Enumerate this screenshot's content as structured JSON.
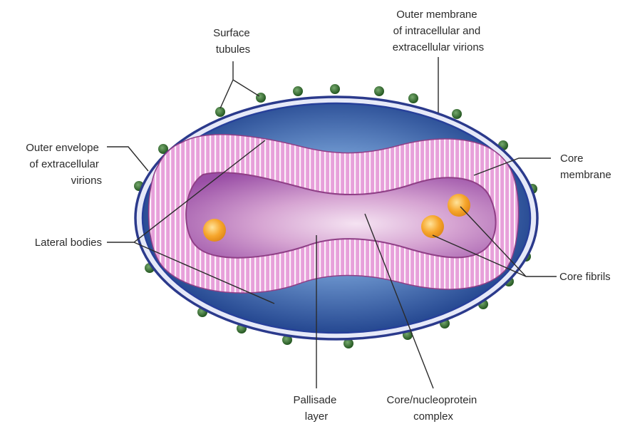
{
  "labels": {
    "surface_tubules": [
      "Surface",
      "tubules"
    ],
    "outer_membrane": [
      "Outer membrane",
      "of intracellular and",
      "extracellular virions"
    ],
    "outer_envelope": [
      "Outer envelope",
      "of extracellular",
      "virions"
    ],
    "core_membrane": [
      "Core",
      "membrane"
    ],
    "lateral_bodies": "Lateral bodies",
    "core_fibrils": "Core fibrils",
    "pallisade_layer": [
      "Pallisade",
      "layer"
    ],
    "core_nucleoprotein": [
      "Core/nucleoprotein",
      "complex"
    ]
  },
  "colors": {
    "envelope_outline": "#2b3a8c",
    "envelope_fill": "#e4e7f7",
    "body_blue_light": "#7fa7da",
    "body_blue_dark": "#1d3f8a",
    "palisade_pink": "#e9a6dc",
    "palisade_stripe": "#ffffff",
    "core_purple": "#a35dae",
    "core_light": "#f1dcef",
    "fibril_orange": "#f4a12a",
    "tubule_green": "#2e6a2a",
    "label_text": "#2b2b2b"
  }
}
